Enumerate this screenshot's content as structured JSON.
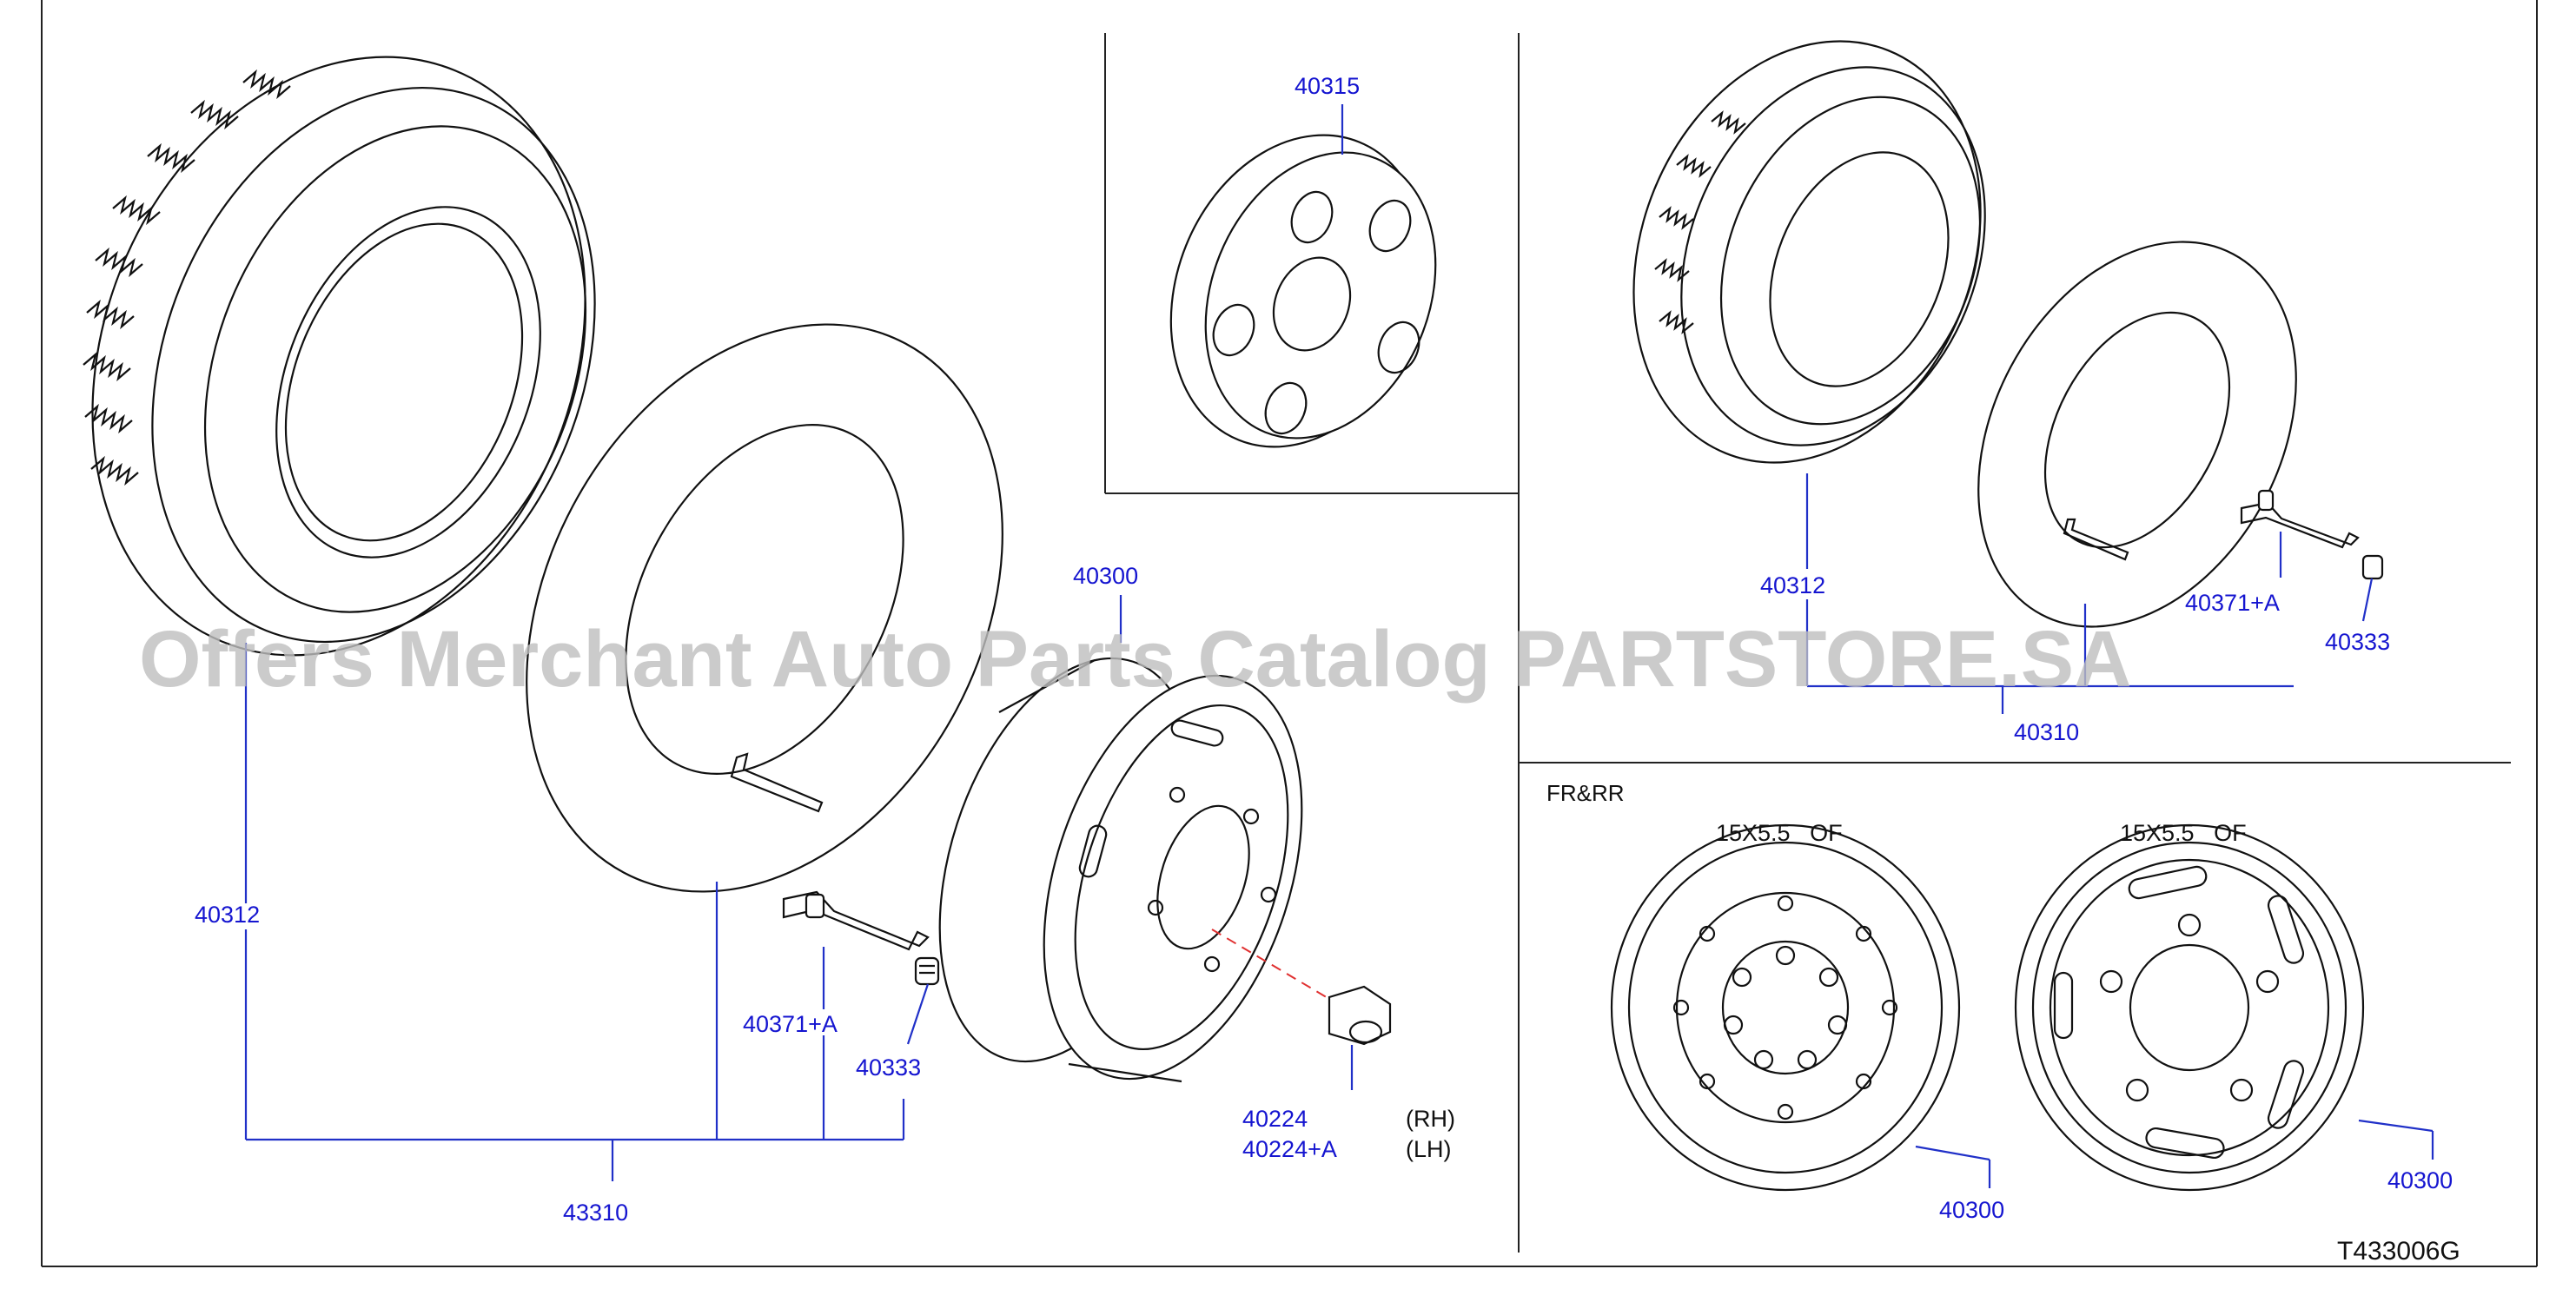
{
  "diagram": {
    "drawing_code": "T433006G",
    "watermark": "Offers Merchant Auto Parts Catalog PARTSTORE.SA",
    "section_label": "FR&RR",
    "wheel_spec_1": "15X5.5   OF",
    "wheel_spec_2": "15X5.5   OF",
    "side_rh": "(RH)",
    "side_lh": "(LH)",
    "parts": {
      "p40315": "40315",
      "p40300_center": "40300",
      "p40312_left": "40312",
      "p40371a_left": "40371+A",
      "p40333_left": "40333",
      "p43310": "43310",
      "p40224": "40224",
      "p40224a": "40224+A",
      "p40312_right": "40312",
      "p40371a_right": "40371+A",
      "p40333_right": "40333",
      "p40310": "40310",
      "p40300_wheel1": "40300",
      "p40300_wheel2": "40300"
    }
  },
  "colors": {
    "label": "#1515d0",
    "leader": "#2030c8",
    "line": "#111111",
    "watermark": "#bfbfbf"
  }
}
